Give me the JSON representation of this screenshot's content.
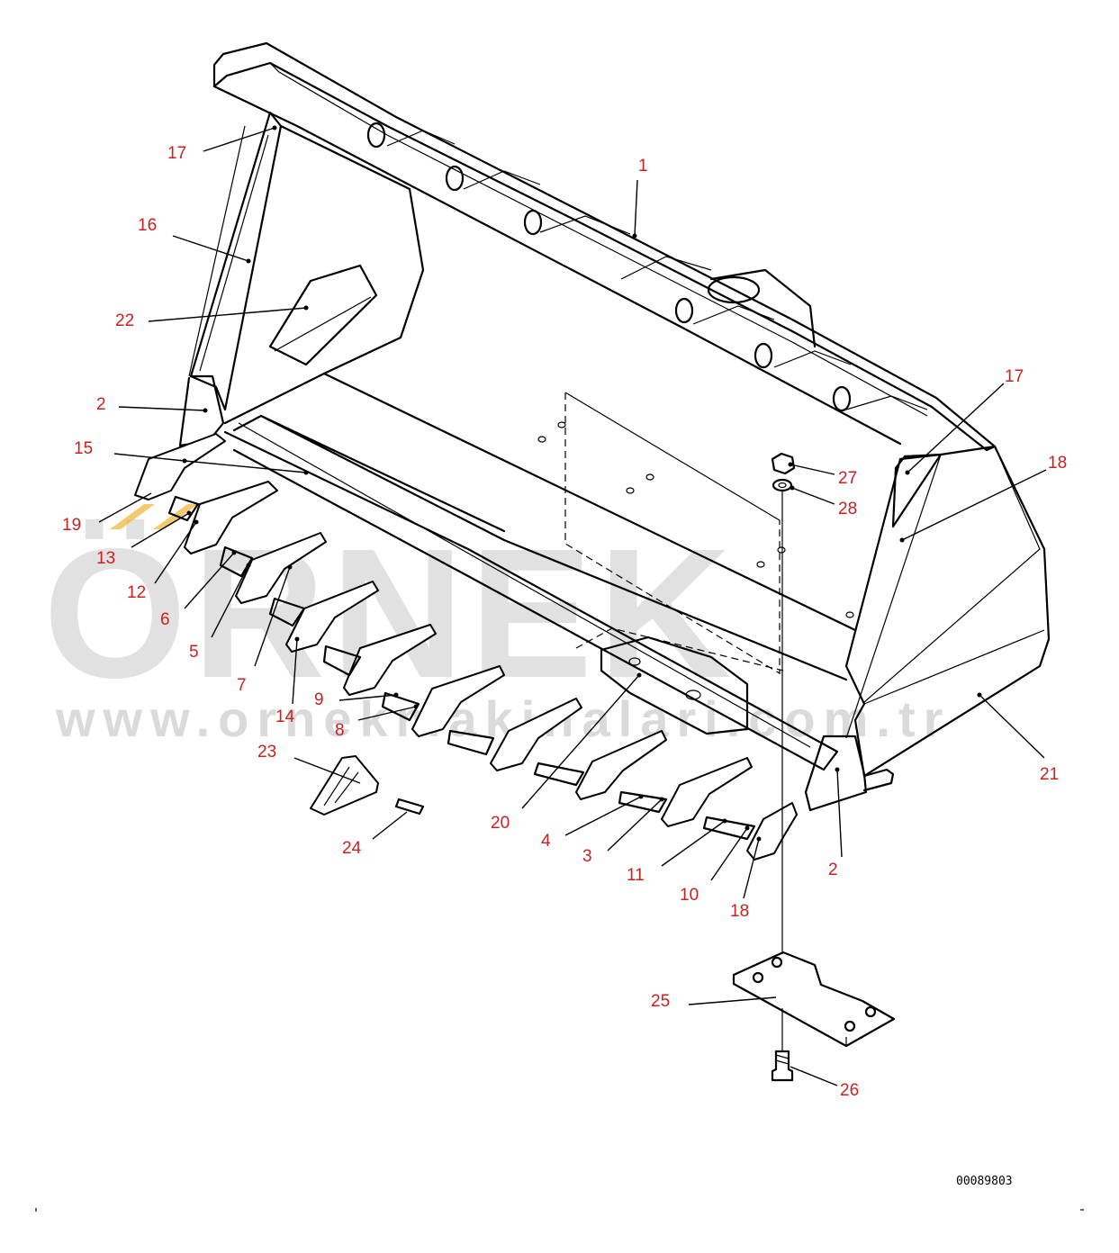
{
  "watermark": {
    "brand": "ÖRNEK",
    "url": "www.ornekmakinalari.com.tr",
    "accent_color": "#f2b233"
  },
  "drawing_code": "00089803",
  "colors": {
    "callout_text": "#cc1f1f",
    "linework": "#000000"
  },
  "callouts": [
    {
      "id": "c1",
      "label": "1"
    },
    {
      "id": "c17a",
      "label": "17"
    },
    {
      "id": "c16",
      "label": "16"
    },
    {
      "id": "c22",
      "label": "22"
    },
    {
      "id": "c2a",
      "label": "2"
    },
    {
      "id": "c15",
      "label": "15"
    },
    {
      "id": "c19",
      "label": "19"
    },
    {
      "id": "c13",
      "label": "13"
    },
    {
      "id": "c12",
      "label": "12"
    },
    {
      "id": "c6",
      "label": "6"
    },
    {
      "id": "c5",
      "label": "5"
    },
    {
      "id": "c7",
      "label": "7"
    },
    {
      "id": "c14",
      "label": "14"
    },
    {
      "id": "c9",
      "label": "9"
    },
    {
      "id": "c8",
      "label": "8"
    },
    {
      "id": "c23",
      "label": "23"
    },
    {
      "id": "c24",
      "label": "24"
    },
    {
      "id": "c20",
      "label": "20"
    },
    {
      "id": "c4",
      "label": "4"
    },
    {
      "id": "c3",
      "label": "3"
    },
    {
      "id": "c11",
      "label": "11"
    },
    {
      "id": "c10",
      "label": "10"
    },
    {
      "id": "c18b",
      "label": "18"
    },
    {
      "id": "c2b",
      "label": "2"
    },
    {
      "id": "c21",
      "label": "21"
    },
    {
      "id": "c17b",
      "label": "17"
    },
    {
      "id": "c18a",
      "label": "18"
    },
    {
      "id": "c27",
      "label": "27"
    },
    {
      "id": "c28",
      "label": "28"
    },
    {
      "id": "c25",
      "label": "25"
    },
    {
      "id": "c26",
      "label": "26"
    }
  ]
}
